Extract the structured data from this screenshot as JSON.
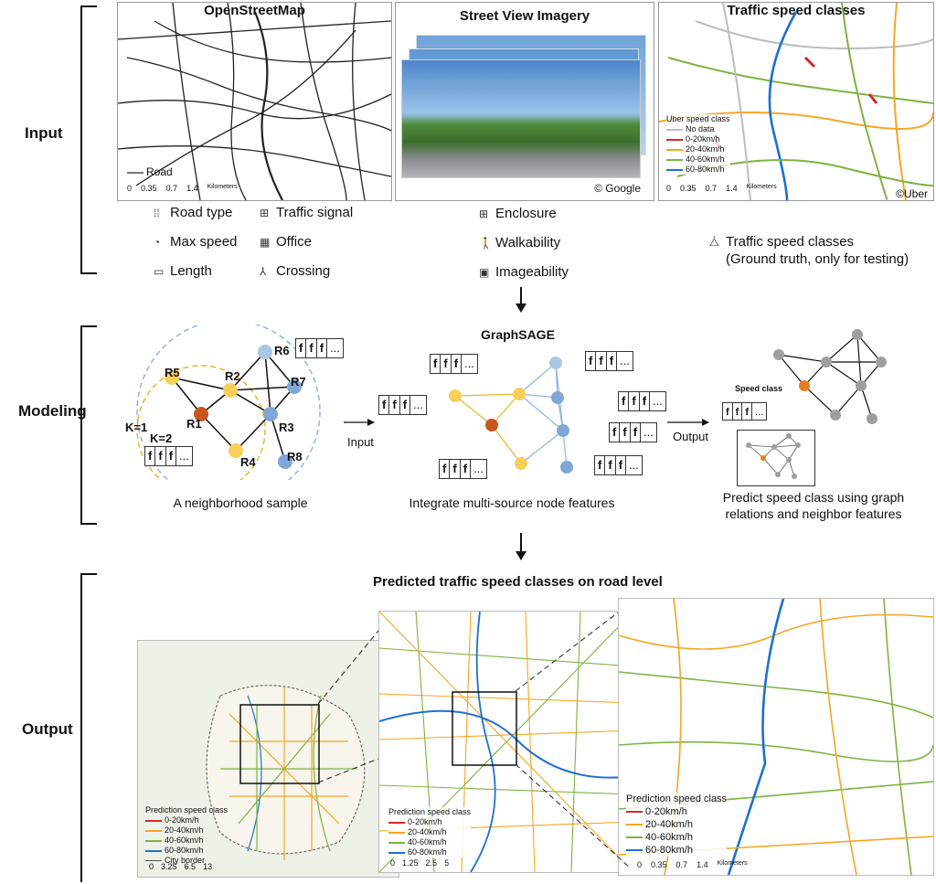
{
  "sections": {
    "input": "Input",
    "modeling": "Modeling",
    "output": "Output"
  },
  "panels": {
    "osm": {
      "title": "OpenStreetMap",
      "legend": "Road",
      "scale": [
        "0",
        "0.35",
        "0.7",
        "1.4"
      ],
      "scale_unit": "Kilometers"
    },
    "sv": {
      "title": "Street View Imagery",
      "credit": "© Google"
    },
    "uber": {
      "title": "Traffic speed classes",
      "credit": "©Uber",
      "legend_title": "Uber speed class",
      "legend": [
        {
          "label": "No data",
          "color": "#bdbdbd"
        },
        {
          "label": "0-20km/h",
          "color": "#d62728"
        },
        {
          "label": "20-40km/h",
          "color": "#f5a623"
        },
        {
          "label": "40-60km/h",
          "color": "#7cb342"
        },
        {
          "label": "60-80km/h",
          "color": "#1f6fd1"
        }
      ],
      "scale": [
        "0",
        "0.35",
        "0.7",
        "1.4"
      ],
      "scale_unit": "Kilometers"
    }
  },
  "features": {
    "osm": [
      "Road type",
      "Traffic signal",
      "Max speed",
      "Office",
      "Length",
      "Crossing"
    ],
    "sv": [
      "Enclosure",
      "Walkability",
      "Imageability"
    ],
    "uber": [
      "Traffic speed classes",
      "(Ground truth, only for testing)"
    ]
  },
  "modeling": {
    "graphsage_title": "GraphSAGE",
    "k1": "K=1",
    "k2": "K=2",
    "input_label": "Input",
    "output_label": "Output",
    "speed_class": "Speed class",
    "caption_left": "A neighborhood sample",
    "caption_mid": "Integrate multi-source node features",
    "caption_right": [
      "Predict speed class using graph",
      "relations and neighbor features"
    ],
    "f": [
      "f",
      "f",
      "f",
      "..."
    ],
    "nodes": [
      "R1",
      "R2",
      "R3",
      "R4",
      "R5",
      "R6",
      "R7",
      "R8"
    ]
  },
  "output": {
    "title": "Predicted traffic speed classes on road level",
    "legend_title": "Prediction speed class",
    "legend": [
      {
        "label": "0-20km/h",
        "color": "#d62728"
      },
      {
        "label": "20-40km/h",
        "color": "#f5a623"
      },
      {
        "label": "40-60km/h",
        "color": "#7cb342"
      },
      {
        "label": "60-80km/h",
        "color": "#1f6fd1"
      }
    ],
    "city_border": "City border",
    "scale1": [
      "0",
      "3.25",
      "6.5",
      "13"
    ],
    "scale2": [
      "0",
      "1.25",
      "2.5",
      "5"
    ],
    "scale3": [
      "0",
      "0.35",
      "0.7",
      "1.4"
    ],
    "scale_unit": "Kilometers"
  }
}
